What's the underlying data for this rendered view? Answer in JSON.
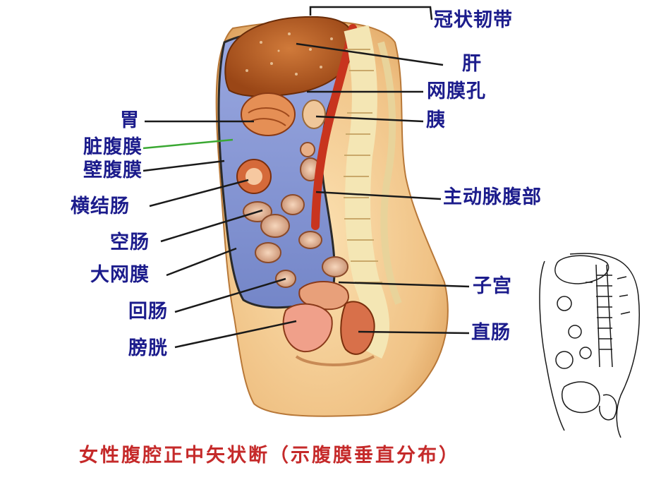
{
  "labels": {
    "coronary_ligament": "冠状韧带",
    "liver": "肝",
    "omental_foramen": "网膜孔",
    "pancreas": "胰",
    "stomach": "胃",
    "visceral_peritoneum": "脏腹膜",
    "parietal_peritoneum": "壁腹膜",
    "transverse_colon": "横结肠",
    "abdominal_aorta": "主动脉腹部",
    "jejunum": "空肠",
    "greater_omentum": "大网膜",
    "uterus": "子宫",
    "ileum": "回肠",
    "rectum": "直肠",
    "bladder": "膀胱"
  },
  "caption": "女性腹腔正中矢状断（示腹膜垂直分布）",
  "colors": {
    "label_text": "#1c1c8c",
    "caption_text": "#c52a2a",
    "leader_line": "#1a1a1a",
    "visceral_leader": "#3aa832",
    "peritoneum_blue": "#8c9cd8",
    "liver_brown": "#b5571f",
    "skin": "#f2c48a",
    "aorta_red": "#c8341e",
    "spine_cream": "#f4e6b4"
  }
}
